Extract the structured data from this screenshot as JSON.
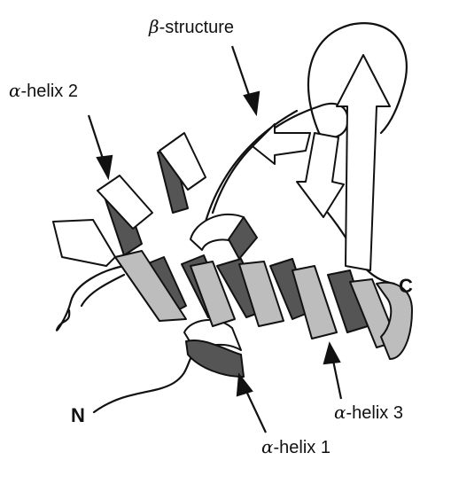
{
  "labels": {
    "helix2": {
      "greek": "α",
      "text": "-helix 2"
    },
    "beta": {
      "greek": "β",
      "text": "-structure"
    },
    "helix1": {
      "greek": "α",
      "text": "-helix 1"
    },
    "helix3": {
      "greek": "α",
      "text": "-helix 3"
    },
    "c_terminus": "C",
    "n_terminus": "N"
  },
  "colors": {
    "stroke": "#111111",
    "light_fill": "#ffffff",
    "shaded_fill": "#bdbdbd",
    "dark_fill": "#555555"
  }
}
